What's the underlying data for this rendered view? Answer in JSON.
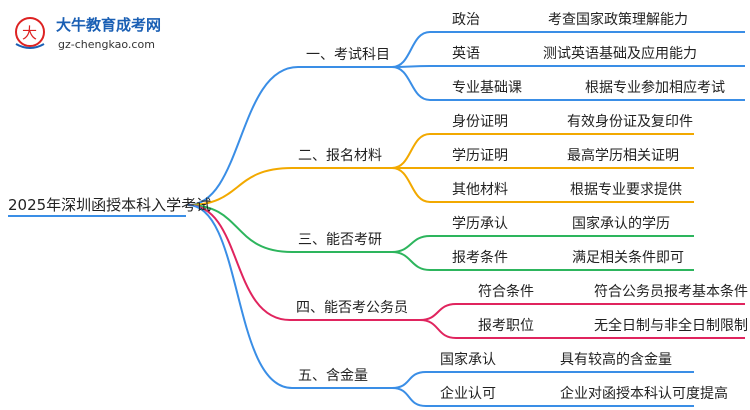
{
  "logo": {
    "title": "大牛教育成考网",
    "url": "gz-chengkao.com"
  },
  "root": "2025年深圳函授本科入学考试",
  "branches": [
    {
      "label": "一、考试科目",
      "color": "#3a8ee6",
      "items": [
        {
          "name": "政治",
          "desc": "考查国家政策理解能力"
        },
        {
          "name": "英语",
          "desc": "测试英语基础及应用能力"
        },
        {
          "name": "专业基础课",
          "desc": "根据专业参加相应考试"
        }
      ]
    },
    {
      "label": "二、报名材料",
      "color": "#f2a900",
      "items": [
        {
          "name": "身份证明",
          "desc": "有效身份证及复印件"
        },
        {
          "name": "学历证明",
          "desc": "最高学历相关证明"
        },
        {
          "name": "其他材料",
          "desc": "根据专业要求提供"
        }
      ]
    },
    {
      "label": "三、能否考研",
      "color": "#2db55d",
      "items": [
        {
          "name": "学历承认",
          "desc": "国家承认的学历"
        },
        {
          "name": "报考条件",
          "desc": "满足相关条件即可"
        }
      ]
    },
    {
      "label": "四、能否考公务员",
      "color": "#e0245e",
      "items": [
        {
          "name": "符合条件",
          "desc": "符合公务员报考基本条件"
        },
        {
          "name": "报考职位",
          "desc": "无全日制与非全日制限制"
        }
      ]
    },
    {
      "label": "五、含金量",
      "color": "#3a8ee6",
      "items": [
        {
          "name": "国家承认",
          "desc": "具有较高的含金量"
        },
        {
          "name": "企业认可",
          "desc": "企业对函授本科认可度提高"
        }
      ]
    }
  ]
}
